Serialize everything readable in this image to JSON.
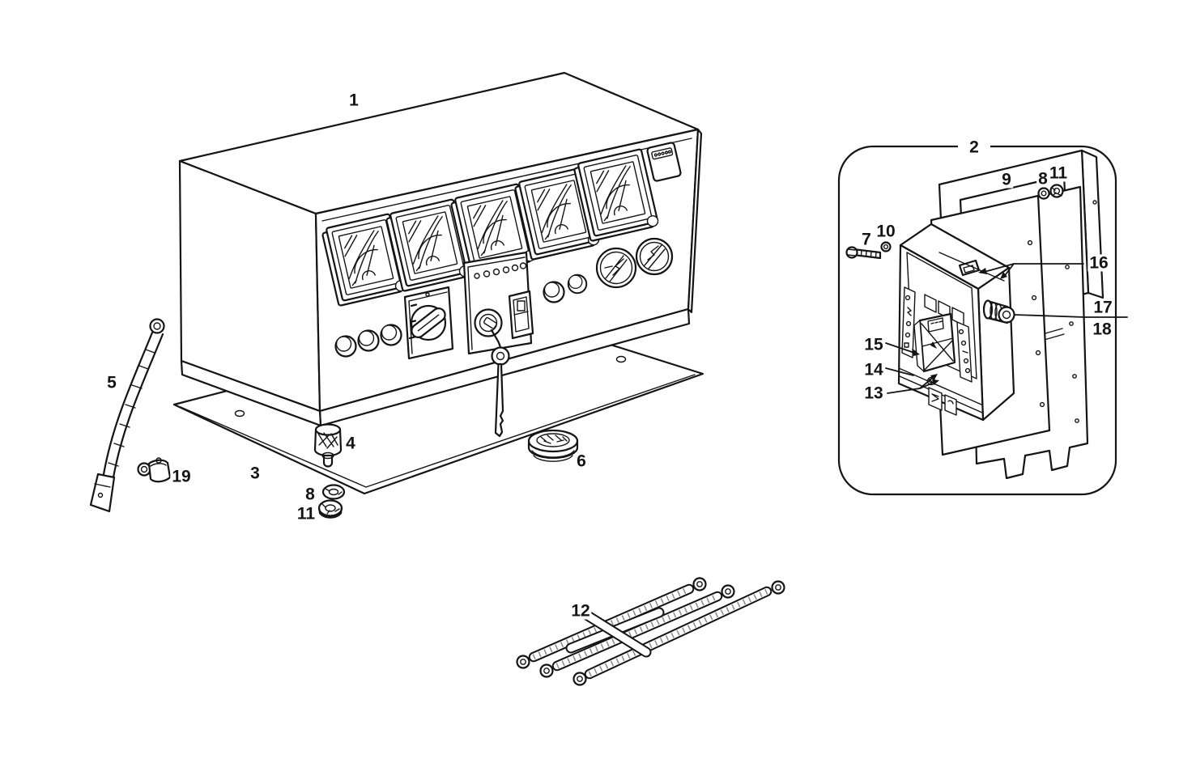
{
  "figure": {
    "kind": "exploded-parts-line-diagram",
    "background_color": "#ffffff",
    "line_color": "#141414"
  },
  "callouts": [
    {
      "id": "part-1",
      "label": "1"
    },
    {
      "id": "detail-panel-2",
      "label": "2"
    },
    {
      "id": "part-3",
      "label": "3"
    },
    {
      "id": "part-4",
      "label": "4"
    },
    {
      "id": "part-5",
      "label": "5"
    },
    {
      "id": "part-6",
      "label": "6"
    },
    {
      "id": "part-19",
      "label": "19"
    },
    {
      "id": "part-8-lower",
      "label": "8"
    },
    {
      "id": "part-11-lower",
      "label": "11"
    },
    {
      "id": "part-12",
      "label": "12"
    },
    {
      "id": "part-7",
      "label": "7"
    },
    {
      "id": "part-10",
      "label": "10"
    },
    {
      "id": "part-9",
      "label": "9"
    },
    {
      "id": "part-8-upper",
      "label": "8"
    },
    {
      "id": "part-11-upper",
      "label": "11"
    },
    {
      "id": "part-13",
      "label": "13"
    },
    {
      "id": "part-14",
      "label": "14"
    },
    {
      "id": "part-15",
      "label": "15"
    },
    {
      "id": "part-16",
      "label": "16"
    },
    {
      "id": "part-17",
      "label": "17"
    },
    {
      "id": "part-18",
      "label": "18"
    }
  ]
}
